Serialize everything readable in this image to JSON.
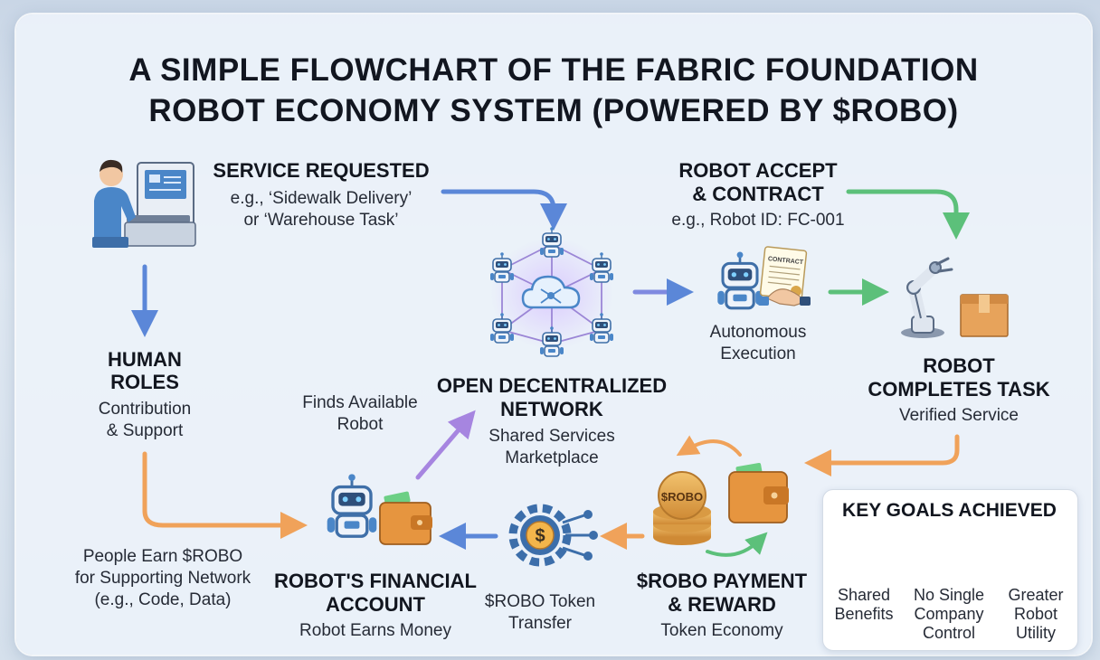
{
  "title_line1": "A SIMPLE FLOWCHART OF THE FABRIC FOUNDATION",
  "title_line2": "ROBOT ECONOMY SYSTEM (POWERED BY $ROBO)",
  "service_requested": {
    "heading": "SERVICE REQUESTED",
    "detail1": "e.g., ‘Sidewalk Delivery’",
    "detail2": "or ‘Warehouse Task’"
  },
  "robot_accept": {
    "heading1": "ROBOT ACCEPT",
    "heading2": "& CONTRACT",
    "detail": "e.g., Robot ID: FC-001",
    "contract_label": "CONTRACT"
  },
  "autonomous": {
    "line1": "Autonomous",
    "line2": "Execution"
  },
  "human_roles": {
    "heading1": "HUMAN",
    "heading2": "ROLES",
    "detail1": "Contribution",
    "detail2": "& Support"
  },
  "network": {
    "heading1": "OPEN DECENTRALIZED",
    "heading2": "NETWORK",
    "detail1": "Shared Services",
    "detail2": "Marketplace"
  },
  "finds_robot": {
    "line1": "Finds Available",
    "line2": "Robot"
  },
  "robot_completes": {
    "heading1": "ROBOT",
    "heading2": "COMPLETES TASK",
    "detail": "Verified Service"
  },
  "people_earn": {
    "line1": "People Earn $ROBO",
    "line2": "for Supporting Network",
    "line3": "(e.g., Code, Data)"
  },
  "financial_account": {
    "heading1": "ROBOT'S FINANCIAL",
    "heading2": "ACCOUNT",
    "detail": "Robot Earns Money"
  },
  "token_transfer": {
    "line1": "$ROBO Token",
    "line2": "Transfer"
  },
  "payment": {
    "heading1": "$ROBO PAYMENT",
    "heading2": "& REWARD",
    "detail": "Token Economy",
    "coin_label": "$ROBO"
  },
  "key_goals": {
    "heading": "KEY GOALS ACHIEVED",
    "goals": [
      {
        "line1": "Shared",
        "line2": "Benefits",
        "line3": "",
        "icon": "heart-hand-icon"
      },
      {
        "line1": "No Single",
        "line2": "Company",
        "line3": "Control",
        "icon": "no-building-icon"
      },
      {
        "line1": "Greater",
        "line2": "Robot",
        "line3": "Utility",
        "icon": "gear-icon"
      }
    ]
  },
  "colors": {
    "blue_arrow": "#5b87d8",
    "green_arrow": "#5cc07a",
    "orange_arrow": "#f0a25a",
    "purple_arrow": "#a685e0",
    "robot_blue": "#4a86c8",
    "coin_gold": "#e3a74c"
  }
}
